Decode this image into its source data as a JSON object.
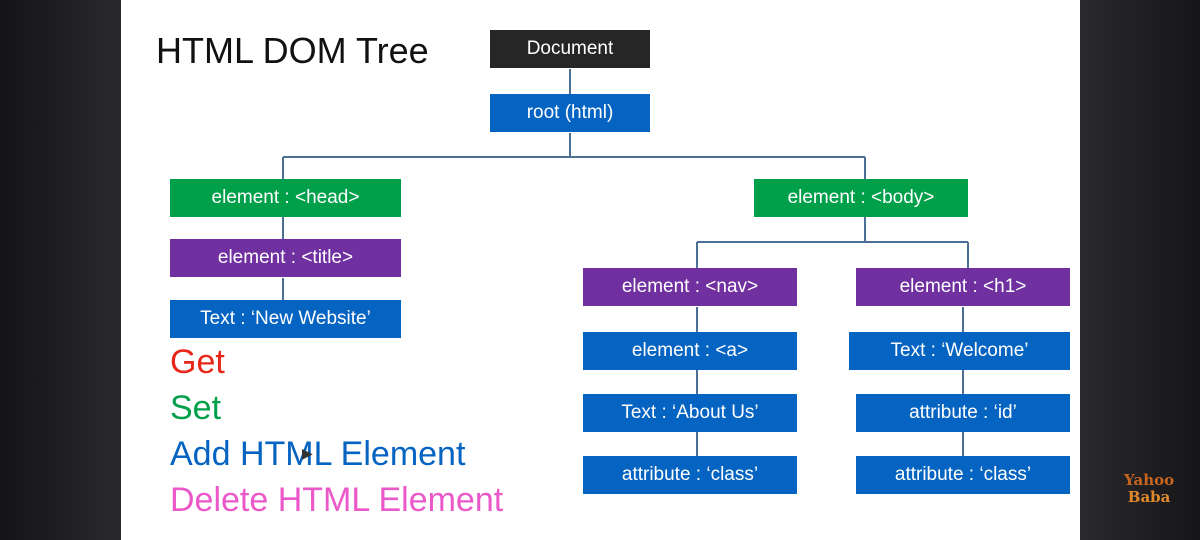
{
  "title": "HTML DOM Tree",
  "tree": {
    "document": "Document",
    "root": "root (html)",
    "head": "element : <head>",
    "title": "element : <title>",
    "title_text": "Text : ‘New Website’",
    "body": "element : <body>",
    "nav": "element : <nav>",
    "a": "element : <a>",
    "a_text": "Text : ‘About Us’",
    "a_attr": "attribute : ‘class’",
    "h1": "element : <h1>",
    "h1_text": "Text : ‘Welcome’",
    "h1_attr_id": "attribute : ‘id’",
    "h1_attr_class": "attribute : ‘class’"
  },
  "actions": {
    "get": "Get",
    "set": "Set",
    "add": "Add HTML Element",
    "delete": "Delete HTML Element"
  },
  "colors": {
    "get": "#e8261a",
    "set": "#00a04a",
    "add": "#0563c1",
    "delete": "#ea58c9"
  },
  "logo": {
    "line1": "Yahoo",
    "line2": "Baba"
  }
}
